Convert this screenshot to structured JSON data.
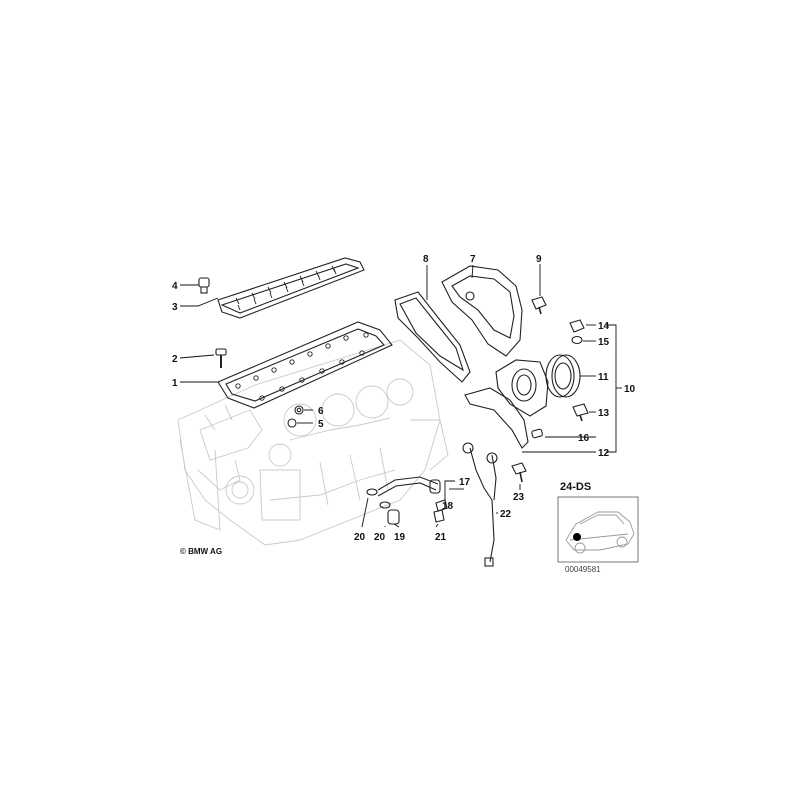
{
  "callouts": {
    "c1": "1",
    "c2": "2",
    "c3": "3",
    "c4": "4",
    "c5": "5",
    "c6": "6",
    "c7": "7",
    "c8": "8",
    "c9": "9",
    "c10": "10",
    "c11": "11",
    "c12": "12",
    "c13": "13",
    "c14": "14",
    "c15": "15",
    "c16": "16",
    "c17": "17",
    "c18": "18",
    "c19": "19",
    "c20a": "20",
    "c20b": "20",
    "c21": "21",
    "c22": "22",
    "c23": "23"
  },
  "inset": {
    "code": "24-DS"
  },
  "footer": {
    "copyright": "© BMW AG",
    "image_number": "00049581"
  }
}
